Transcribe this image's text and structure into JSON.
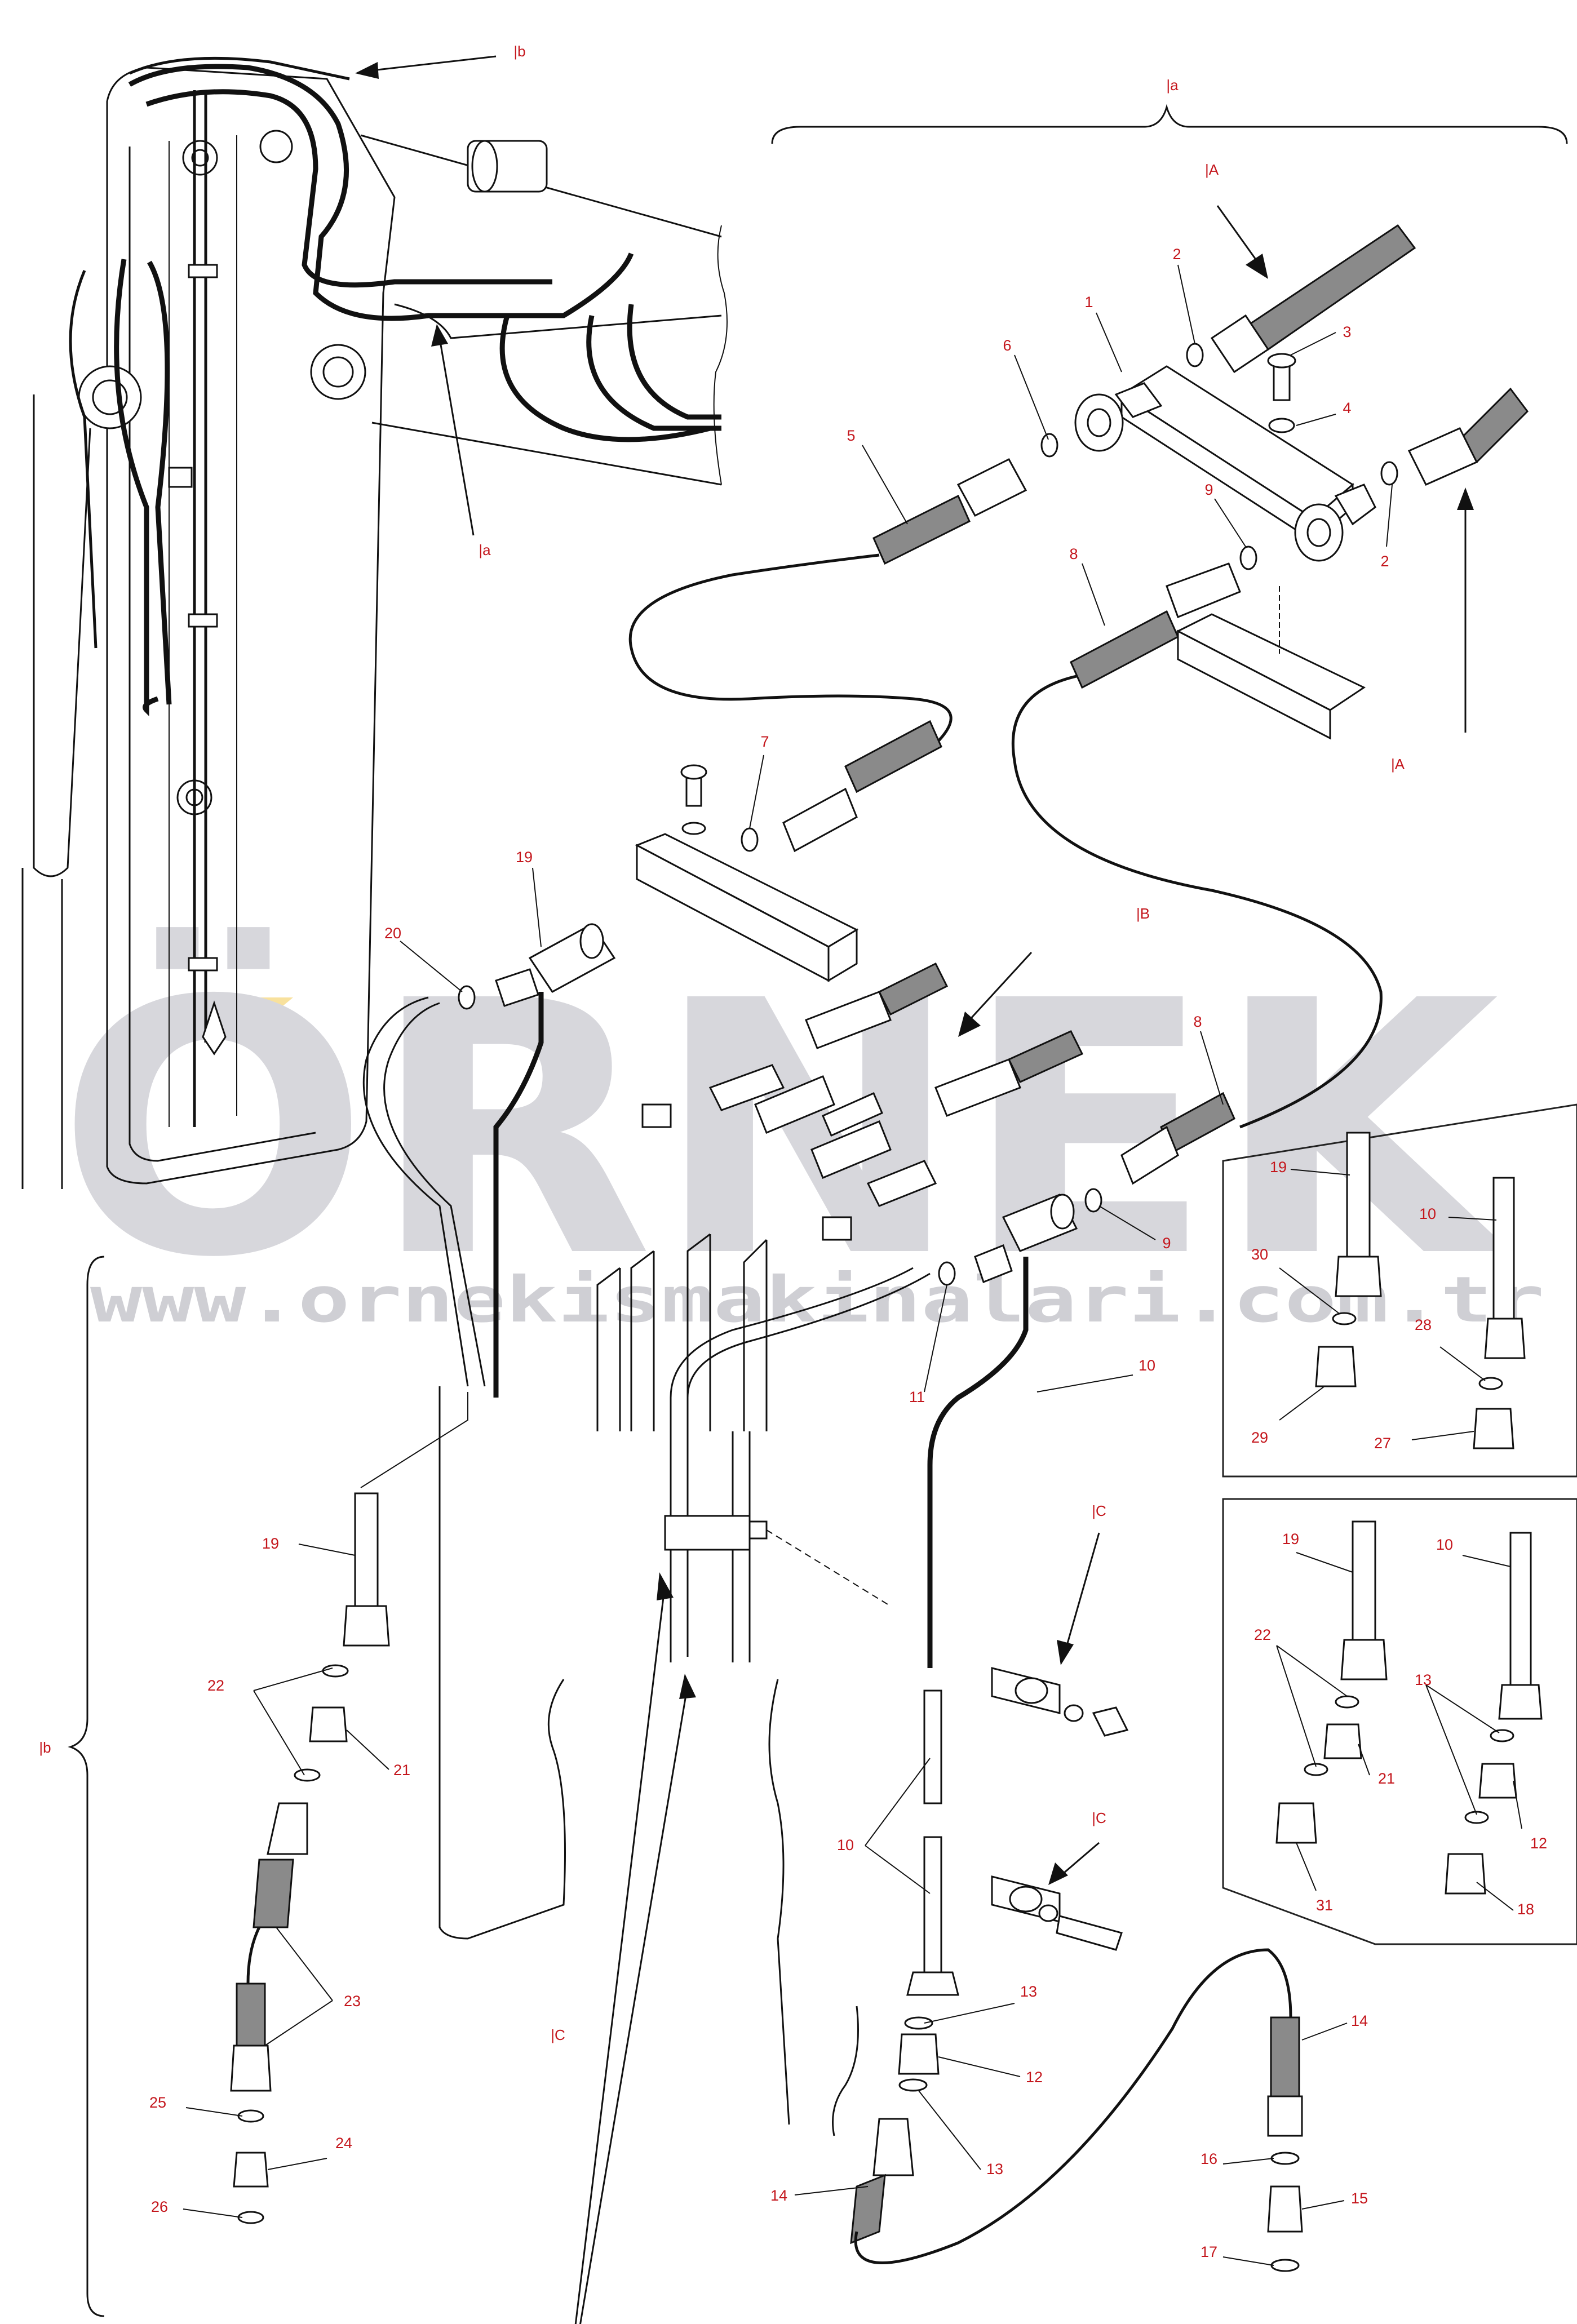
{
  "watermark": {
    "brand": "ÖRNEK",
    "url": "www.ornekismakinalari.com.tr"
  },
  "section_labels": {
    "a": "|a",
    "b": "|b",
    "A": "|A",
    "B": "|B",
    "C": "|C"
  },
  "part_numbers": {
    "p1": "1",
    "p2": "2",
    "p3": "3",
    "p4": "4",
    "p5": "5",
    "p6": "6",
    "p7": "7",
    "p8": "8",
    "p9": "9",
    "p10": "10",
    "p11": "11",
    "p12": "12",
    "p13": "13",
    "p14": "14",
    "p15": "15",
    "p16": "16",
    "p17": "17",
    "p18": "18",
    "p19": "19",
    "p20": "20",
    "p21": "21",
    "p22": "22",
    "p23": "23",
    "p24": "24",
    "p25": "25",
    "p26": "26",
    "p27": "27",
    "p28": "28",
    "p29": "29",
    "p30": "30",
    "p31": "31"
  },
  "colors": {
    "label": "#c4161c",
    "line": "#111111",
    "watermark": "#d7d7dc",
    "watermark_accent": "#f0c419"
  }
}
